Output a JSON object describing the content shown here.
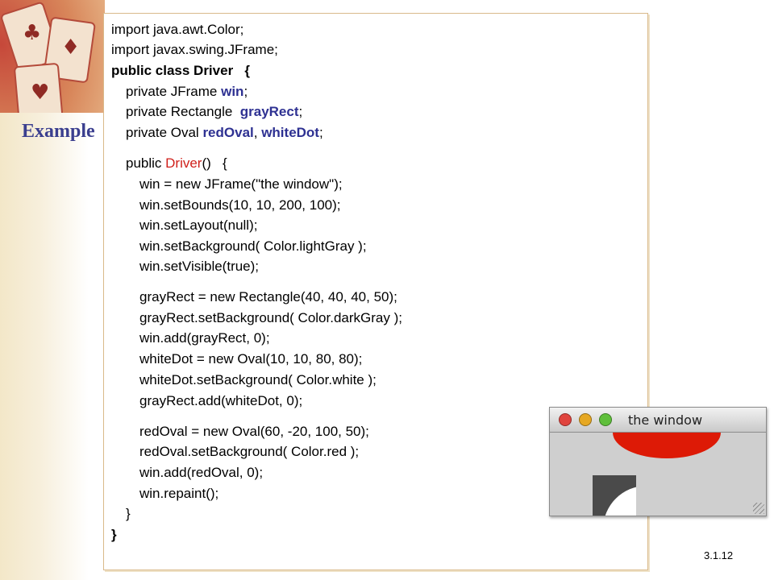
{
  "slide": {
    "heading": "Example",
    "slide_number": "3.1.12"
  },
  "code": {
    "l1": "import java.awt.Color;",
    "l2": "import javax.swing.JFrame;",
    "l3": "public class Driver   {",
    "l4_a": "private JFrame ",
    "l4_b": "win",
    "l4_c": ";",
    "l5_a": "private Rectangle  ",
    "l5_b": "grayRect",
    "l5_c": ";",
    "l6_a": "private Oval ",
    "l6_b": "redOval",
    "l6_c": ", ",
    "l6_d": "whiteDot",
    "l6_e": ";",
    "l7_a": "public ",
    "l7_b": "Driver",
    "l7_c": "()   {",
    "l8": "win = new JFrame(\"the window\");",
    "l9": "win.setBounds(10, 10, 200, 100);",
    "l10": "win.setLayout(null);",
    "l11": "win.setBackground( Color.lightGray );",
    "l12": "win.setVisible(true);",
    "l13": "grayRect = new Rectangle(40, 40, 40, 50);",
    "l14": "grayRect.setBackground( Color.darkGray );",
    "l15": "win.add(grayRect, 0);",
    "l16": "whiteDot = new Oval(10, 10, 80, 80);",
    "l17": "whiteDot.setBackground( Color.white );",
    "l18": "grayRect.add(whiteDot, 0);",
    "l19": "redOval = new Oval(60, -20, 100, 50);",
    "l20": "redOval.setBackground( Color.red );",
    "l21": "win.add(redOval, 0);",
    "l22": "win.repaint();",
    "l23": "}",
    "l24": "}"
  },
  "preview_window": {
    "title": "the window",
    "buttons": [
      "close",
      "minimize",
      "zoom"
    ],
    "colors": {
      "close": "#e0443e",
      "minimize": "#e6a823",
      "zoom": "#5fbf3b",
      "red_oval": "#dd1a06",
      "gray_rect": "#4a4a4a",
      "background": "#cfcfcf"
    }
  }
}
